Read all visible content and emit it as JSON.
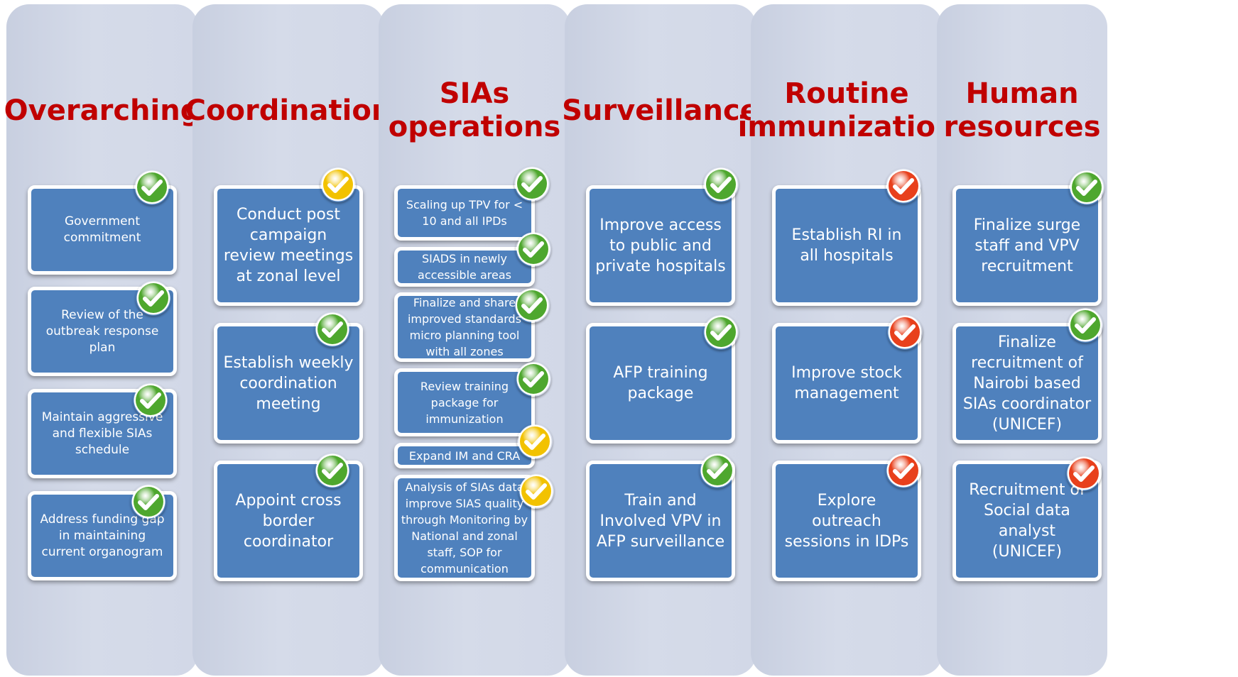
{
  "columns": [
    {
      "title": "Overarching",
      "items": [
        {
          "text": "Government commitment",
          "status": "green"
        },
        {
          "text": "Review of the outbreak response plan",
          "status": "green"
        },
        {
          "text": "Maintain aggressive and flexible SIAs schedule",
          "status": "green"
        },
        {
          "text": "Address funding gap in maintaining current organogram",
          "status": "green"
        }
      ]
    },
    {
      "title": "Coordination",
      "items": [
        {
          "text": "Conduct post campaign review meetings at zonal level",
          "status": "yellow"
        },
        {
          "text": "Establish weekly coordination meeting",
          "status": "green"
        },
        {
          "text": "Appoint cross border coordinator",
          "status": "green"
        }
      ]
    },
    {
      "title": "SIAs\noperations",
      "items": [
        {
          "text": "Scaling up  TPV for < 10 and all IPDs",
          "status": "green"
        },
        {
          "text": "SIADS in newly accessible areas",
          "status": "green"
        },
        {
          "text": "Finalize and share improved standards micro planning tool with all  zones",
          "status": "green"
        },
        {
          "text": "Review training package for immunization",
          "status": "green"
        },
        {
          "text": "Expand IM and CRA",
          "status": "yellow"
        },
        {
          "text": "Analysis of SIAs data improve SIAS quality through Monitoring by National and zonal staff, SOP for communication",
          "status": "yellow"
        }
      ]
    },
    {
      "title": "Surveillance",
      "items": [
        {
          "text": "Improve access to public and private hospitals",
          "status": "green"
        },
        {
          "text": "AFP training package",
          "status": "green"
        },
        {
          "text": "Train and Involved VPV in AFP surveillance",
          "status": "green"
        }
      ]
    },
    {
      "title": "Routine\nimmunization",
      "items": [
        {
          "text": "Establish RI in all hospitals",
          "status": "red"
        },
        {
          "text": "Improve stock management",
          "status": "red"
        },
        {
          "text": "Explore outreach sessions in IDPs",
          "status": "red"
        }
      ]
    },
    {
      "title": "Human\nresources",
      "items": [
        {
          "text": "Finalize surge staff and VPV recruitment",
          "status": "green"
        },
        {
          "text": "Finalize recruitment of Nairobi based SIAs coordinator (UNICEF)",
          "status": "green"
        },
        {
          "text": "Recruitment of Social data analyst (UNICEF)",
          "status": "red"
        }
      ]
    }
  ],
  "status_colors": {
    "green": "#4ea72e",
    "yellow": "#f2c200",
    "red": "#e8401c"
  }
}
